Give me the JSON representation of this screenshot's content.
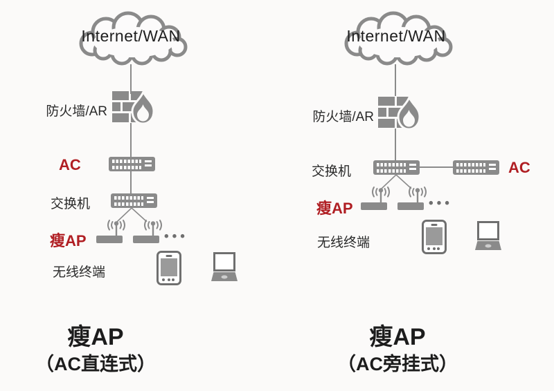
{
  "background": "#fbfaf9",
  "colors": {
    "accent_red": "#b01e23",
    "device_gray": "#8a8a8a",
    "label_dark": "#2a2a2a",
    "title_black": "#1c1c1c"
  },
  "left": {
    "cloud_label": "Internet/WAN",
    "firewall_label": "防火墙/AR",
    "ac_label": "AC",
    "switch_label": "交换机",
    "thin_ap_label": "瘦AP",
    "ellipsis": "•••",
    "terminal_label": "无线终端",
    "title": "瘦AP",
    "subtitle": "（AC直连式）"
  },
  "right": {
    "cloud_label": "Internet/WAN",
    "firewall_label": "防火墙/AR",
    "switch_label": "交换机",
    "ac_label": "AC",
    "thin_ap_label": "瘦AP",
    "ellipsis": "•••",
    "terminal_label": "无线终端",
    "title": "瘦AP",
    "subtitle": "（AC旁挂式）"
  }
}
